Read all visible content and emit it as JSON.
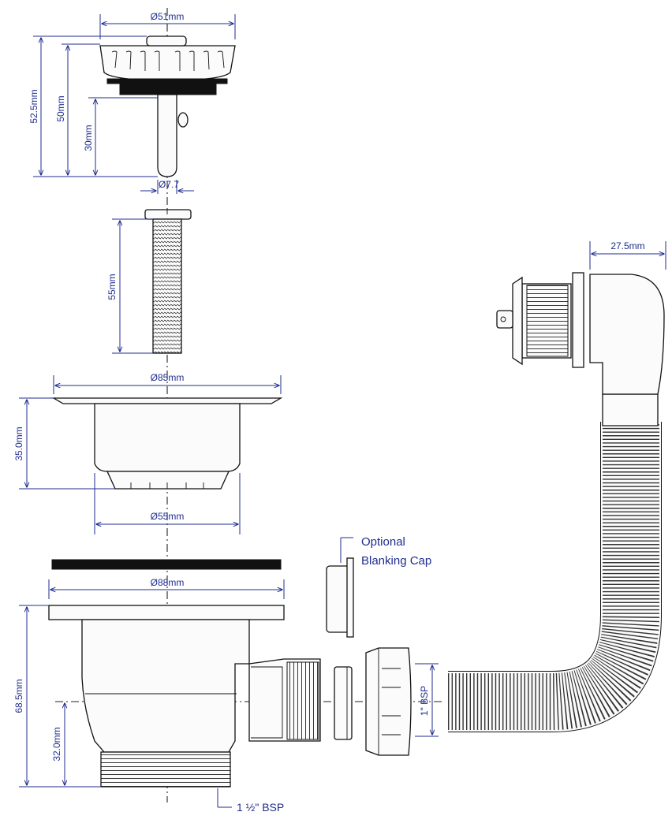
{
  "dimensions": {
    "strainer_diameter": "Ø51mm",
    "strainer_height_total": "52.5mm",
    "strainer_height": "50mm",
    "stem_length": "30mm",
    "stem_diameter": "Ø7.7",
    "bolt_length": "55mm",
    "bowl_flange_diameter": "Ø85mm",
    "bowl_depth": "35.0mm",
    "bowl_bottom_diameter": "Ø55mm",
    "washer_diameter": "Ø88mm",
    "body_height": "68.5mm",
    "outlet_center_height": "32.0mm",
    "overflow_width": "27.5mm",
    "hose_thread": "1\" BSP",
    "body_thread": "1 ½\" BSP"
  },
  "labels": {
    "optional_cap_line1": "Optional",
    "optional_cap_line2": "Blanking Cap"
  },
  "colors": {
    "dimension": "#1f2d8f",
    "outline": "#111111"
  }
}
